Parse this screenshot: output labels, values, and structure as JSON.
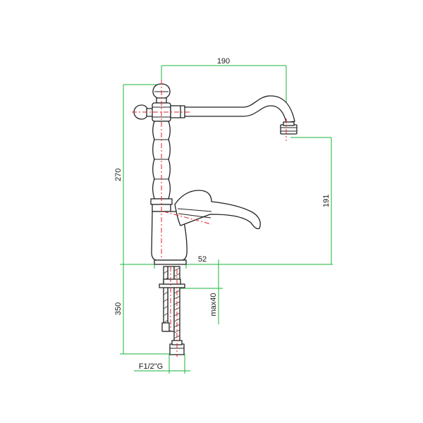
{
  "diagram": {
    "type": "technical-drawing",
    "subject": "single-lever kitchen mixer faucet",
    "colors": {
      "dimension_lines": "#19b53a",
      "center_lines": "#e0202a",
      "outline": "#222222",
      "background": "#ffffff"
    }
  },
  "dimensions": {
    "spout_reach": "190",
    "total_height": "270",
    "spout_height": "191",
    "base_diameter": "52",
    "hose_length": "350",
    "max_deck": "max40",
    "thread": "F1/2\"G"
  }
}
